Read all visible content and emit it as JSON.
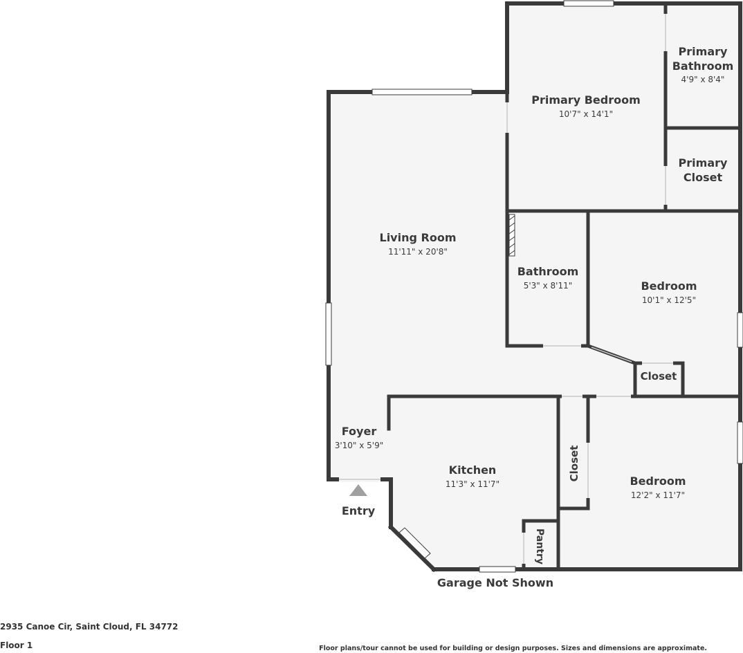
{
  "rooms": {
    "primary_bedroom": {
      "name": "Primary Bedroom",
      "dim": "10'7\" x 14'1\""
    },
    "primary_bathroom": {
      "name_line1": "Primary",
      "name_line2": "Bathroom",
      "dim": "4'9\" x 8'4\""
    },
    "primary_closet": {
      "name_line1": "Primary",
      "name_line2": "Closet"
    },
    "living_room": {
      "name": "Living Room",
      "dim": "11'11\" x 20'8\""
    },
    "bathroom": {
      "name": "Bathroom",
      "dim": "5'3\" x 8'11\""
    },
    "bedroom_upper": {
      "name": "Bedroom",
      "dim": "10'1\" x 12'5\""
    },
    "closet_small": {
      "name": "Closet"
    },
    "foyer": {
      "name": "Foyer",
      "dim": "3'10\" x 5'9\""
    },
    "kitchen": {
      "name": "Kitchen",
      "dim": "11'3\" x 11'7\""
    },
    "closet_vertical": {
      "name": "Closet"
    },
    "bedroom_lower": {
      "name": "Bedroom",
      "dim": "12'2\" x 11'7\""
    },
    "pantry": {
      "name": "Pantry"
    }
  },
  "labels": {
    "entry": "Entry",
    "garage": "Garage Not Shown"
  },
  "footer": {
    "address": "2935 Canoe Cir, Saint Cloud, FL 34772",
    "floor": "Floor 1",
    "disclaimer": "Floor plans/tour cannot be used for building or design purposes. Sizes and dimensions are approximate."
  },
  "colors": {
    "wall": "#3a3a3a",
    "floor": "#f5f5f5",
    "window": "#ffffff",
    "entry_marker": "#a0a0a0"
  }
}
